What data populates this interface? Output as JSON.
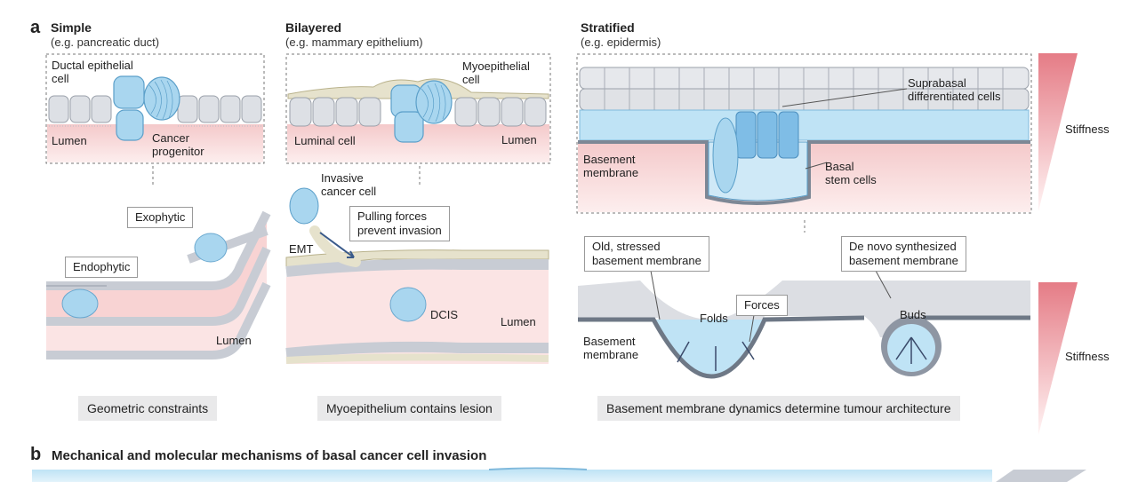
{
  "panel_a": {
    "letter": "a",
    "columns": [
      {
        "title": "Simple",
        "subtitle": "(e.g. pancreatic duct)"
      },
      {
        "title": "Bilayered",
        "subtitle": "(e.g. mammary epithelium)"
      },
      {
        "title": "Stratified",
        "subtitle": "(e.g. epidermis)"
      }
    ],
    "labels": {
      "ductal_cell_1": "Ductal epithelial",
      "ductal_cell_2": "cell",
      "lumen_simple_top": "Lumen",
      "cancer_prog_1": "Cancer",
      "cancer_prog_2": "progenitor",
      "myo_1": "Myoepithelial",
      "myo_2": "cell",
      "luminal_cell": "Luminal cell",
      "lumen_bilayer_top": "Lumen",
      "supra_1": "Suprabasal",
      "supra_2": "differentiated cells",
      "bm_top_1": "Basement",
      "bm_top_2": "membrane",
      "basal_1": "Basal",
      "basal_2": "stem cells",
      "stiffness_top": "Stiffness",
      "invasive_1": "Invasive",
      "invasive_2": "cancer cell",
      "emt": "EMT",
      "dcis": "DCIS",
      "lumen_bilayer_bottom": "Lumen",
      "lumen_simple_bottom": "Lumen",
      "folds": "Folds",
      "buds": "Buds",
      "bm_bottom_1": "Basement",
      "bm_bottom_2": "membrane",
      "stiffness_bottom": "Stiffness"
    },
    "callouts": {
      "exophytic": "Exophytic",
      "endophytic": "Endophytic",
      "pulling_1": "Pulling forces",
      "pulling_2": "prevent invasion",
      "old_bm_1": "Old, stressed",
      "old_bm_2": "basement membrane",
      "forces": "Forces",
      "denovo_1": "De novo synthesized",
      "denovo_2": "basement membrane"
    },
    "captions": {
      "geometric": "Geometric constraints",
      "myoepithelium": "Myoepithelium contains lesion",
      "bm_dynamics": "Basement membrane dynamics determine tumour architecture"
    }
  },
  "panel_b": {
    "letter": "b",
    "title": "Mechanical and molecular mechanisms of basal cancer cell invasion"
  },
  "colors": {
    "cell_grey": "#d9dbe0",
    "cell_blue": "#a9d6ef",
    "cancer_blue": "#8fc7ea",
    "tissue_pink": "#f6cfcf",
    "membrane_grey": "#8e96a3",
    "myo_tan": "#e3e0c9",
    "stiffness_red": "#e8868e"
  }
}
